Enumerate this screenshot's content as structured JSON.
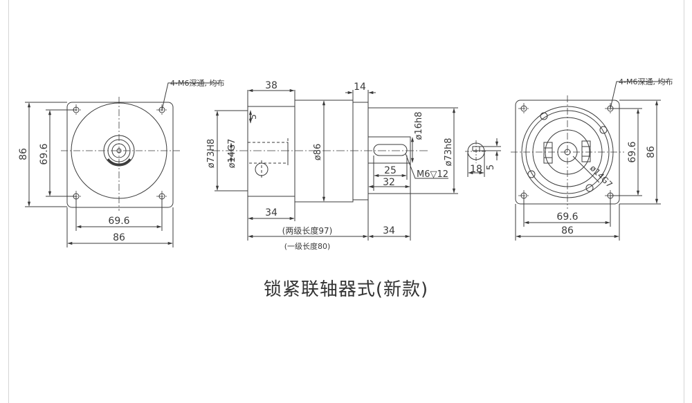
{
  "colors": {
    "line": "#3a3a3a",
    "frame": "#d4d4d4",
    "background": "#ffffff"
  },
  "left_view": {
    "callout": "4-M6深通, 均布",
    "dim_height_outer": "86",
    "dim_height_inner": "69.6",
    "dim_width_inner": "69.6",
    "dim_width_outer": "86"
  },
  "side_view": {
    "dim_top_left": "38",
    "dim_top_right": "14",
    "dim_key_h": "5",
    "dim_bore_left": "ø73H8",
    "dim_bore_inner": "ø14G7",
    "dim_body": "ø86",
    "dim_shaft": "ø16h8",
    "dim_bore_right": "ø73h8",
    "dim_key_len": "25",
    "dim_shaft_len": "32",
    "dim_thread": "M6▽12",
    "dim_left_seg": "34",
    "dim_total": "(两级长度97)",
    "dim_total_one": "(一级长度80)",
    "dim_right_seg": "34"
  },
  "shaft_section": {
    "dim_width": "18",
    "dim_height": "5"
  },
  "right_view": {
    "callout": "4-M6深通, 均布",
    "dim_height_inner": "69.6",
    "dim_height_outer": "86",
    "dim_width_inner": "69.6",
    "dim_width_outer": "86",
    "dim_bore": "ø14G7"
  },
  "caption": "锁紧联轴器式(新款)"
}
